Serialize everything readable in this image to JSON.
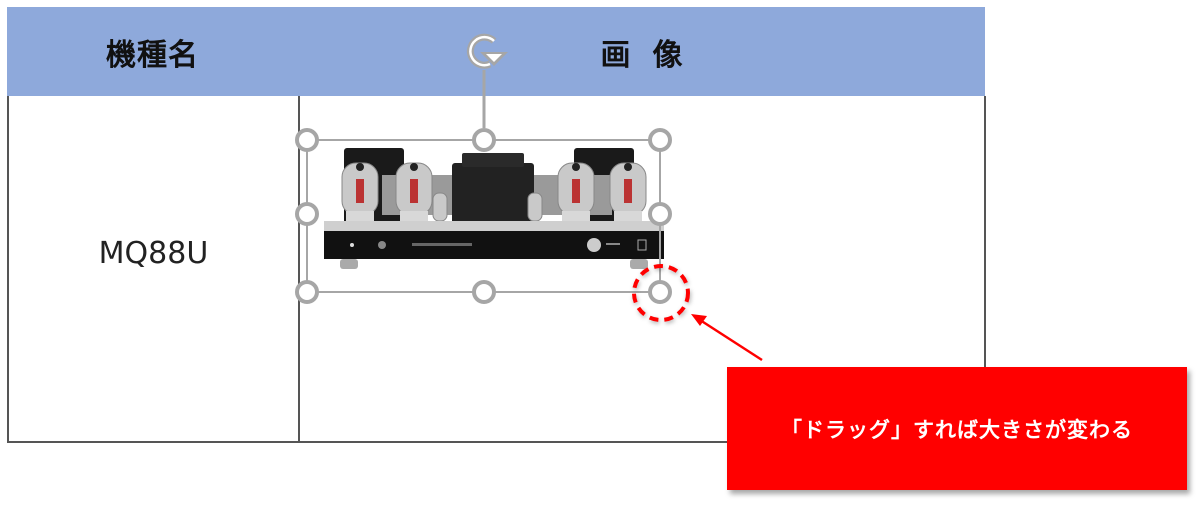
{
  "table": {
    "headers": {
      "model": "機種名",
      "image": "画像"
    },
    "rows": [
      {
        "model": "MQ88U",
        "image": "vacuum-tube-amplifier-photo"
      }
    ],
    "header_color": "#8EA9DB",
    "border_color": "#555555"
  },
  "selection": {
    "handle_color": "#A6A6A6",
    "handles": [
      "top-left",
      "top-center",
      "top-right",
      "middle-left",
      "middle-right",
      "bottom-left",
      "bottom-center",
      "bottom-right"
    ],
    "rotate_handle": "rotate-icon"
  },
  "annotation": {
    "highlight": "bottom-right-handle",
    "highlight_color": "#FF0000",
    "callout_text": "「ドラッグ」すれば大きさが変わる",
    "callout_color": "#FF0000",
    "callout_text_color": "#FFFFFF"
  }
}
